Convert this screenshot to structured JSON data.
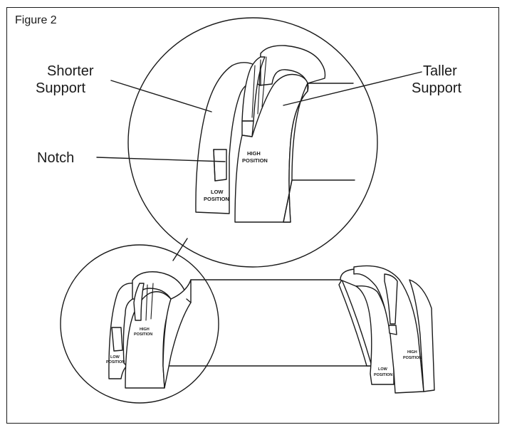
{
  "figure": {
    "title": "Figure 2"
  },
  "callouts": {
    "shorter_support": [
      "Shorter",
      "Support"
    ],
    "taller_support": [
      "Taller",
      "Support"
    ],
    "notch": "Notch"
  },
  "position_labels": {
    "high": [
      "HIGH",
      "POSITION"
    ],
    "low": [
      "LOW",
      "POSITION"
    ]
  }
}
